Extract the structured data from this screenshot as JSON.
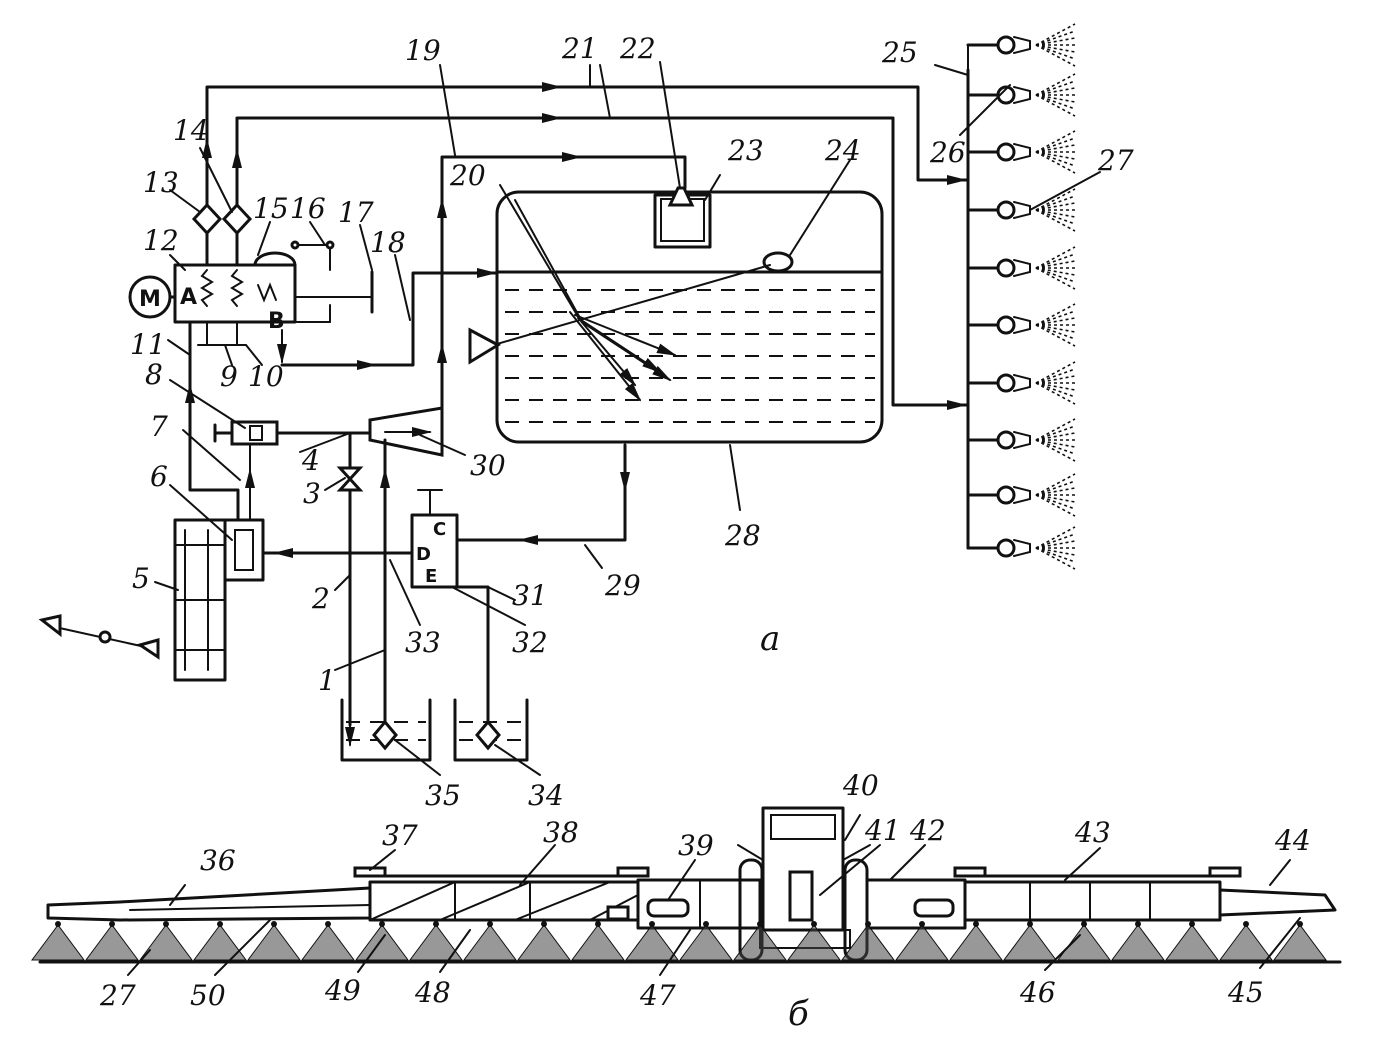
{
  "diagram": {
    "pump_sections": {
      "a": "A",
      "b": "B"
    },
    "distributor_sections": {
      "c": "C",
      "d": "D",
      "e": "E"
    },
    "motor_symbol": "M",
    "callouts": {
      "n1": "1",
      "n2": "2",
      "n3": "3",
      "n4": "4",
      "n5": "5",
      "n6": "6",
      "n7": "7",
      "n8": "8",
      "n9": "9",
      "n10": "10",
      "n11": "11",
      "n12": "12",
      "n13": "13",
      "n14": "14",
      "n15": "15",
      "n16": "16",
      "n17": "17",
      "n18": "18",
      "n19": "19",
      "n20": "20",
      "n21": "21",
      "n22": "22",
      "n23": "23",
      "n24": "24",
      "n25": "25",
      "n26": "26",
      "n27": "27",
      "n28": "28",
      "n29": "29",
      "n30": "30",
      "n31": "31",
      "n32": "32",
      "n33": "33",
      "n34": "34",
      "n35": "35",
      "n36": "36",
      "n37": "37",
      "n38": "38",
      "n39": "39",
      "n40": "40",
      "n41": "41",
      "n42": "42",
      "n43": "43",
      "n44": "44",
      "n45": "45",
      "n46": "46",
      "n47": "47",
      "n48": "48",
      "n49": "49",
      "n50": "50",
      "n27b": "27"
    },
    "captions": {
      "scheme_a": "а",
      "scheme_b": "б"
    }
  }
}
